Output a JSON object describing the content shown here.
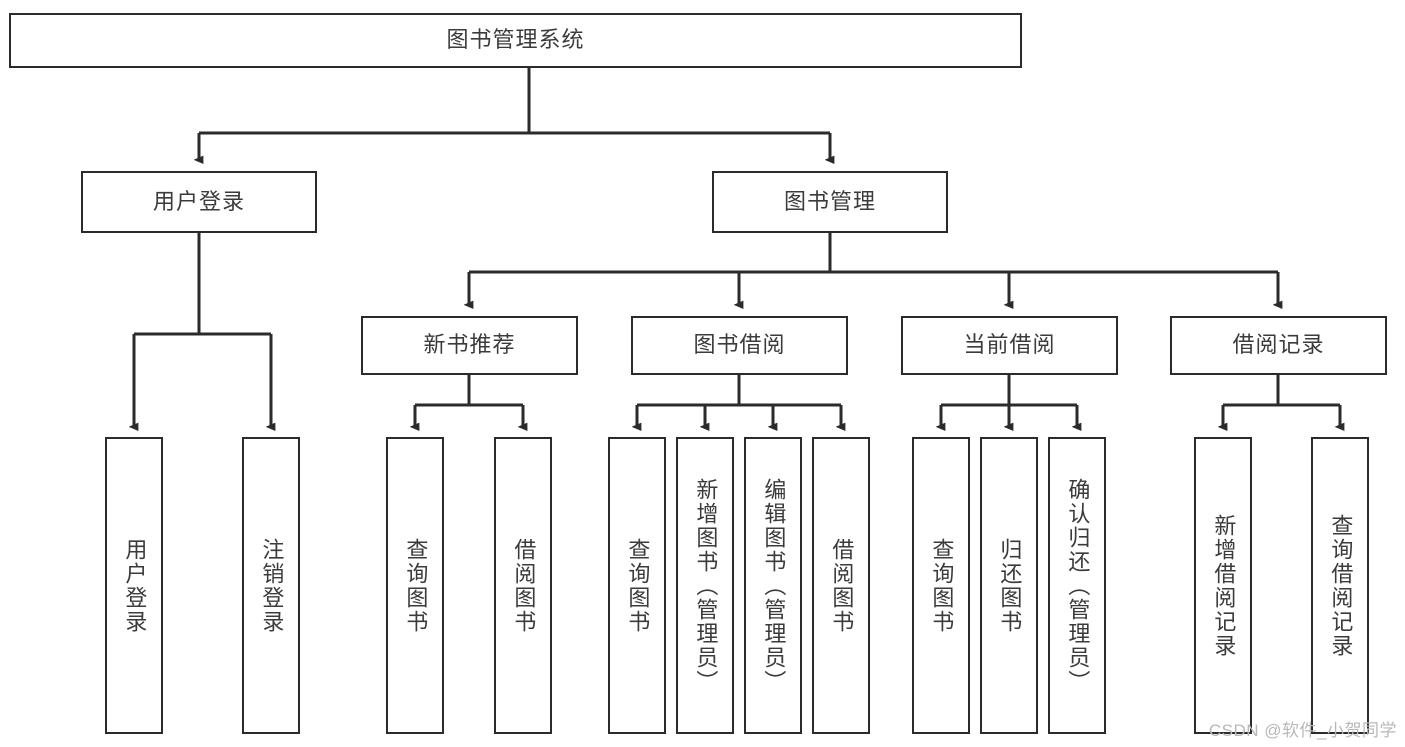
{
  "diagram": {
    "type": "tree-hierarchy",
    "title": "图书管理系统",
    "orientation": "top-down",
    "levels": 4,
    "root": {
      "id": "root",
      "label": "图书管理系统",
      "text_direction": "horizontal"
    },
    "level2": [
      {
        "id": "user-login",
        "label": "用户登录",
        "text_direction": "horizontal"
      },
      {
        "id": "book-management",
        "label": "图书管理",
        "text_direction": "horizontal"
      }
    ],
    "level3": [
      {
        "id": "new-book-recommend",
        "label": "新书推荐",
        "text_direction": "horizontal",
        "parent": "book-management"
      },
      {
        "id": "book-borrow",
        "label": "图书借阅",
        "text_direction": "horizontal",
        "parent": "book-management"
      },
      {
        "id": "current-borrow",
        "label": "当前借阅",
        "text_direction": "horizontal",
        "parent": "book-management"
      },
      {
        "id": "borrow-record",
        "label": "借阅记录",
        "text_direction": "horizontal",
        "parent": "book-management"
      }
    ],
    "leaves": [
      {
        "id": "leaf-user-login",
        "label": "用户登录",
        "parent": "user-login",
        "text_direction": "vertical"
      },
      {
        "id": "leaf-user-logout",
        "label": "注销登录",
        "parent": "user-login",
        "text_direction": "vertical"
      },
      {
        "id": "leaf-query-book-1",
        "label": "查询图书",
        "parent": "new-book-recommend",
        "text_direction": "vertical"
      },
      {
        "id": "leaf-borrow-book-1",
        "label": "借阅图书",
        "parent": "new-book-recommend",
        "text_direction": "vertical"
      },
      {
        "id": "leaf-query-book-2",
        "label": "查询图书",
        "parent": "book-borrow",
        "text_direction": "vertical"
      },
      {
        "id": "leaf-add-book",
        "label": "新增图书（管理员）",
        "parent": "book-borrow",
        "text_direction": "vertical"
      },
      {
        "id": "leaf-edit-book",
        "label": "编辑图书（管理员）",
        "parent": "book-borrow",
        "text_direction": "vertical"
      },
      {
        "id": "leaf-borrow-book-2",
        "label": "借阅图书",
        "parent": "book-borrow",
        "text_direction": "vertical"
      },
      {
        "id": "leaf-query-book-3",
        "label": "查询图书",
        "parent": "current-borrow",
        "text_direction": "vertical"
      },
      {
        "id": "leaf-return-book",
        "label": "归还图书",
        "parent": "current-borrow",
        "text_direction": "vertical"
      },
      {
        "id": "leaf-confirm-return",
        "label": "确认归还（管理员）",
        "parent": "current-borrow",
        "text_direction": "vertical"
      },
      {
        "id": "leaf-add-record",
        "label": "新增借阅记录",
        "parent": "borrow-record",
        "text_direction": "vertical"
      },
      {
        "id": "leaf-query-record",
        "label": "查询借阅记录",
        "parent": "borrow-record",
        "text_direction": "vertical"
      }
    ],
    "colors": {
      "stroke": "#2b2b2b",
      "text": "#3b3b3b",
      "background": "#ffffff",
      "watermark": "#b8b8b8"
    }
  },
  "watermark": {
    "text": "CSDN @软件_小贺同学"
  }
}
